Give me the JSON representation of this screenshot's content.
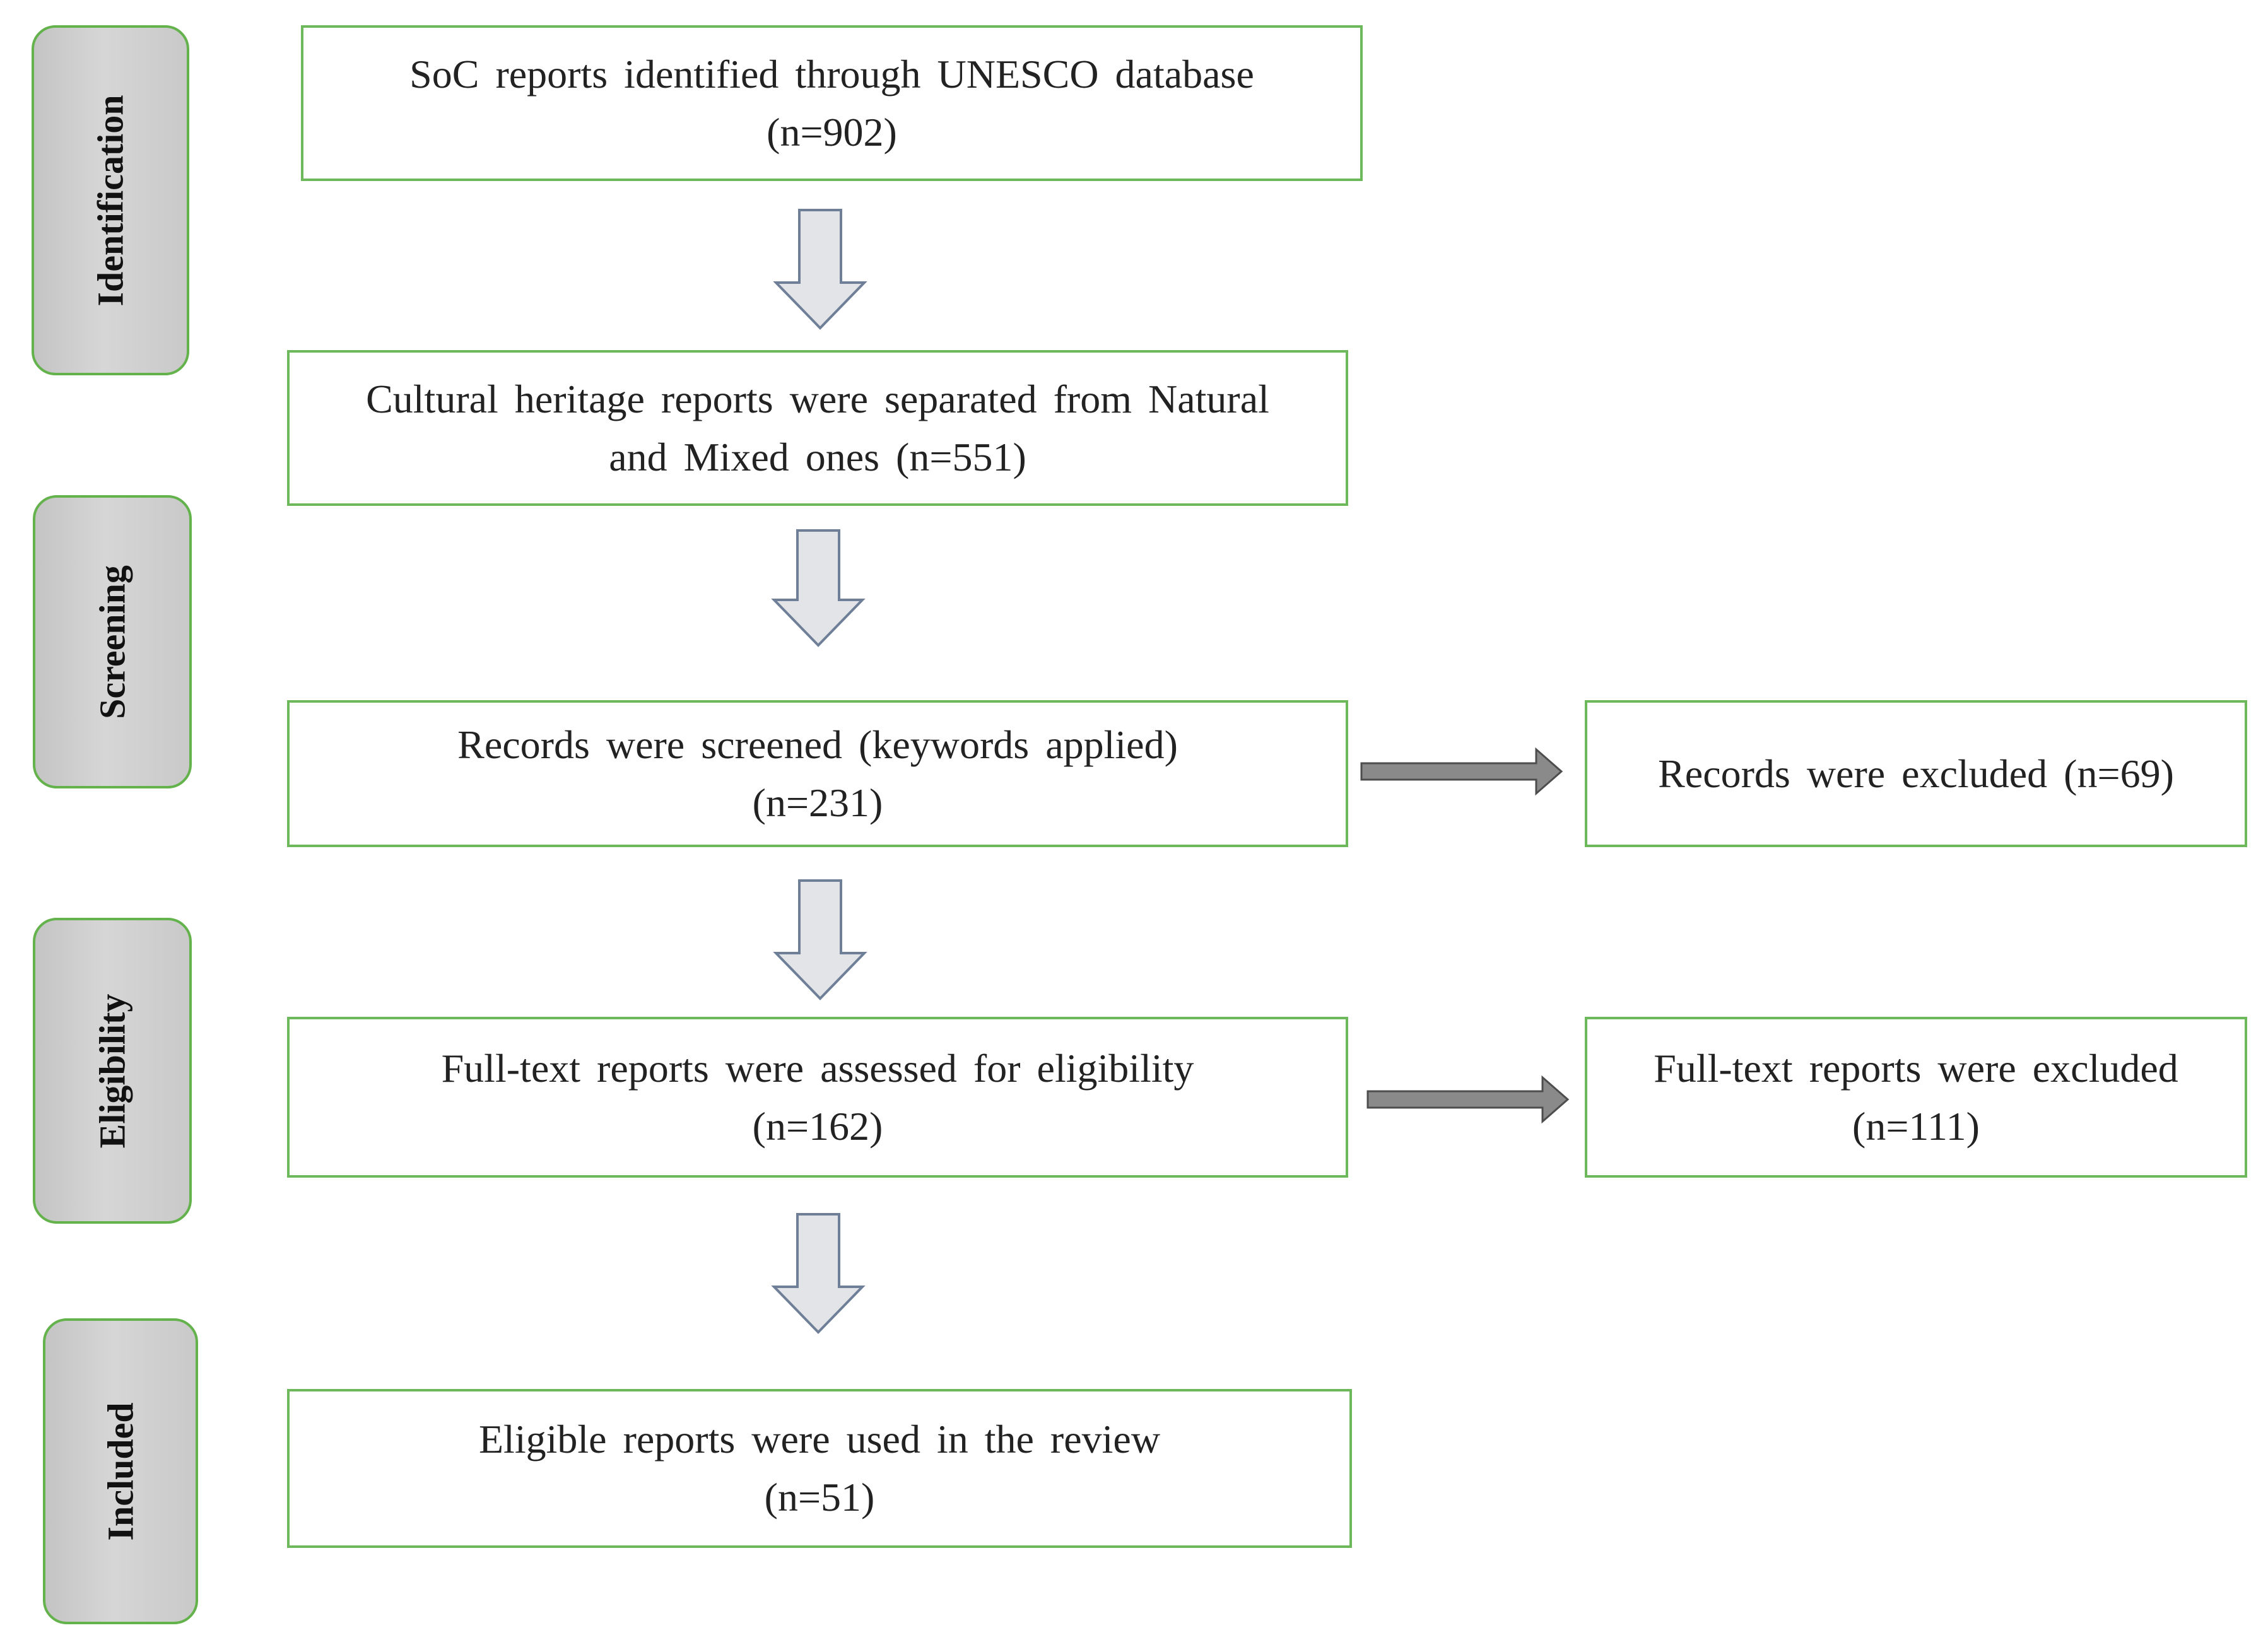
{
  "stages": [
    {
      "id": "identification",
      "label": "Identification"
    },
    {
      "id": "screening",
      "label": "Screening"
    },
    {
      "id": "eligibility",
      "label": "Eligibility"
    },
    {
      "id": "included",
      "label": "Included"
    }
  ],
  "boxes": {
    "identified": {
      "line1": "SoC reports identified  through  UNESCO database",
      "line2": "(n=902)"
    },
    "separated": {
      "line1": "Cultural  heritage  reports  were  separated  from  Natural",
      "line2": "and Mixed  ones  (n=551)"
    },
    "screened": {
      "line1": "Records  were  screened  (keywords  applied)",
      "line2": "(n=231)"
    },
    "excluded_records": {
      "line1": "Records  were  excluded  (n=69)"
    },
    "assessed": {
      "line1": "Full-text  reports  were  assessed for  eligibility",
      "line2": "(n=162)"
    },
    "excluded_fulltext": {
      "line1": "Full-text  reports  were  excluded",
      "line2": "(n=111)"
    },
    "included": {
      "line1": "Eligible  reports  were  used  in  the  review",
      "line2": "(n=51)"
    }
  },
  "colors": {
    "box_border": "#6db85a",
    "stage_border": "#63b24b",
    "stage_fill": "#cfcfcf",
    "down_arrow_fill": "#e3e4e8",
    "down_arrow_stroke": "#6e7f97",
    "right_arrow_fill": "#8a8a8a",
    "right_arrow_stroke": "#4d4d4d"
  }
}
